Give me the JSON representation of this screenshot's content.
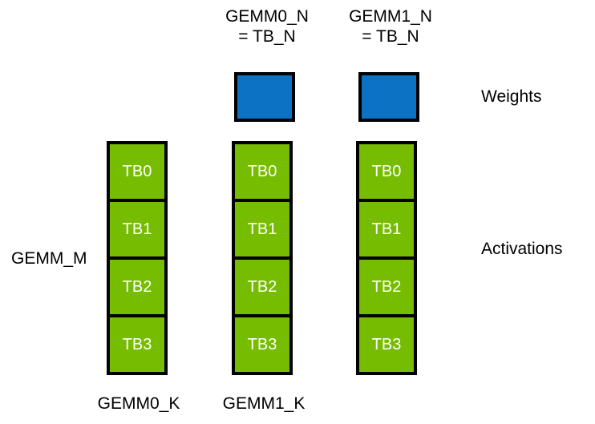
{
  "diagram": {
    "title_labels": {
      "top_left_line1": "GEMM0_N",
      "top_left_line2": "= TB_N",
      "top_right_line1": "GEMM1_N",
      "top_right_line2": "= TB_N"
    },
    "axis_labels": {
      "left": "GEMM_M",
      "bottom_left": "GEMM0_K",
      "bottom_middle": "GEMM1_K"
    },
    "row_labels": {
      "weights": "Weights",
      "activations": "Activations"
    },
    "colors": {
      "weights_fill": "#0b72c4",
      "activations_fill": "#76bc00",
      "border": "#000000",
      "cell_text": "#ffffff",
      "background": "#ffffff"
    },
    "weight_blocks": [
      {
        "id": "gemm0-weights",
        "label": ""
      },
      {
        "id": "gemm1-weights",
        "label": ""
      }
    ],
    "activation_columns": [
      {
        "id": "gemm-m-column",
        "cells": [
          "TB0",
          "TB1",
          "TB2",
          "TB3"
        ]
      },
      {
        "id": "gemm0-activations",
        "cells": [
          "TB0",
          "TB1",
          "TB2",
          "TB3"
        ]
      },
      {
        "id": "gemm1-activations",
        "cells": [
          "TB0",
          "TB1",
          "TB2",
          "TB3"
        ]
      }
    ]
  }
}
